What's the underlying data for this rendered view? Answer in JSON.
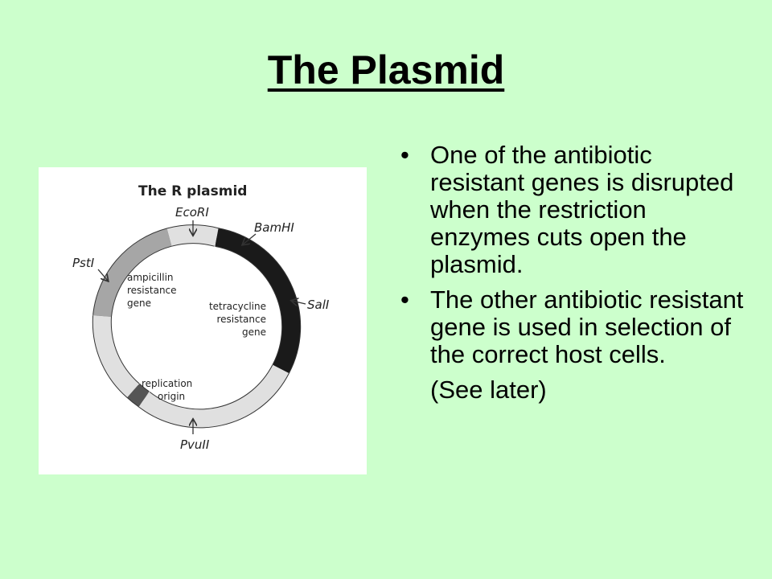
{
  "slide": {
    "title": "The Plasmid",
    "bullets": [
      "One of the antibiotic resistant genes is disrupted when the restriction enzymes cuts open the plasmid.",
      "The other antibiotic resistant gene is used in selection of the correct host cells."
    ],
    "note": "(See later)",
    "bullet_symbol": "•"
  },
  "figure": {
    "title": "The R plasmid",
    "sites": {
      "ecori": "EcoRI",
      "bamhi": "BamHI",
      "sali": "SalI",
      "psti": "PstI",
      "pvuii": "PvuII"
    },
    "genes": {
      "amp": [
        "ampicillin",
        "resistance",
        "gene"
      ],
      "tet": [
        "tetracycline",
        "resistance",
        "gene"
      ],
      "ori": [
        "replication",
        "origin"
      ]
    },
    "colors": {
      "background": "#ccffcc",
      "tetracycline_segment": "#1a1a1a",
      "ampicillin_segment": "#a6a6a6",
      "replication_origin_segment": "#555555",
      "ring_light": "#e0e0e0"
    }
  }
}
